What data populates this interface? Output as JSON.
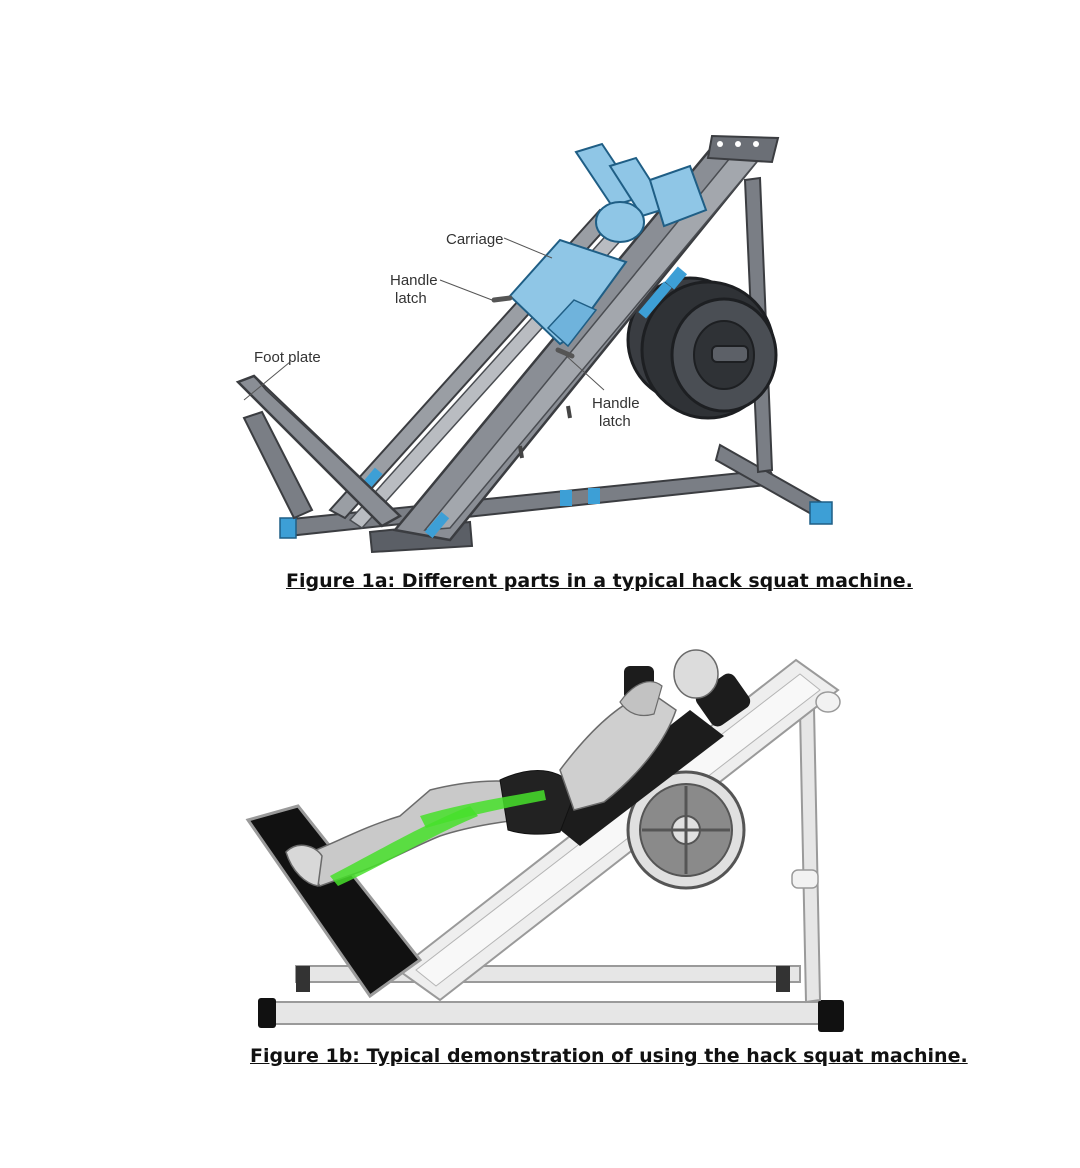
{
  "figure_1a": {
    "caption": "Figure 1a: Different parts in a typical hack squat machine.",
    "labels": {
      "carriage": "Carriage",
      "handle_latch_top_line1": "Handle",
      "handle_latch_top_line2": "latch",
      "handle_latch_bottom_line1": "Handle",
      "handle_latch_bottom_line2": "latch",
      "foot_plate": "Foot plate"
    },
    "colors": {
      "frame": "#6b6f76",
      "frame_dark": "#4a4d52",
      "pad": "#8fc6e6",
      "accent": "#3d9fd6",
      "plate": "#2f3236"
    }
  },
  "figure_1b": {
    "caption": "Figure 1b: Typical demonstration of using the hack squat machine.",
    "colors": {
      "frame": "#e6e6e6",
      "frame_edge": "#9a9a9a",
      "foot_plate": "#111111",
      "highlight_muscle": "#46e02a",
      "plate": "#8a8a8a"
    }
  }
}
